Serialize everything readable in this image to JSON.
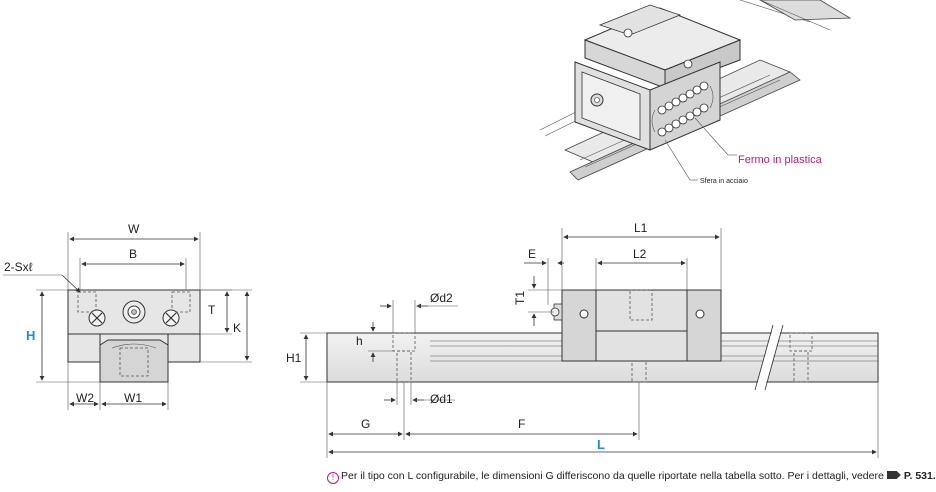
{
  "iso_view": {
    "callout_plastic": "Fermo in plastica",
    "callout_ball": "Sfera in acciaio"
  },
  "end_view": {
    "W": "W",
    "B": "B",
    "S": "2-Sxℓ",
    "H": "H",
    "T": "T",
    "K": "K",
    "W2": "W2",
    "W1": "W1"
  },
  "side_view": {
    "L1": "L1",
    "L2": "L2",
    "E": "E",
    "T1": "T1",
    "d2": "Ød2",
    "h": "h",
    "H1": "H1",
    "d1": "Ød1",
    "G": "G",
    "F": "F",
    "L": "L"
  },
  "footnote": {
    "text": "Per il tipo con L configurabile, le dimensioni G differiscono da quelle riportate nella tabella sotto. Per i dettagli, vedere",
    "page": "P. 531."
  },
  "colors": {
    "dimension_accent": "#1a8fd6",
    "callout": "#c8177a"
  }
}
